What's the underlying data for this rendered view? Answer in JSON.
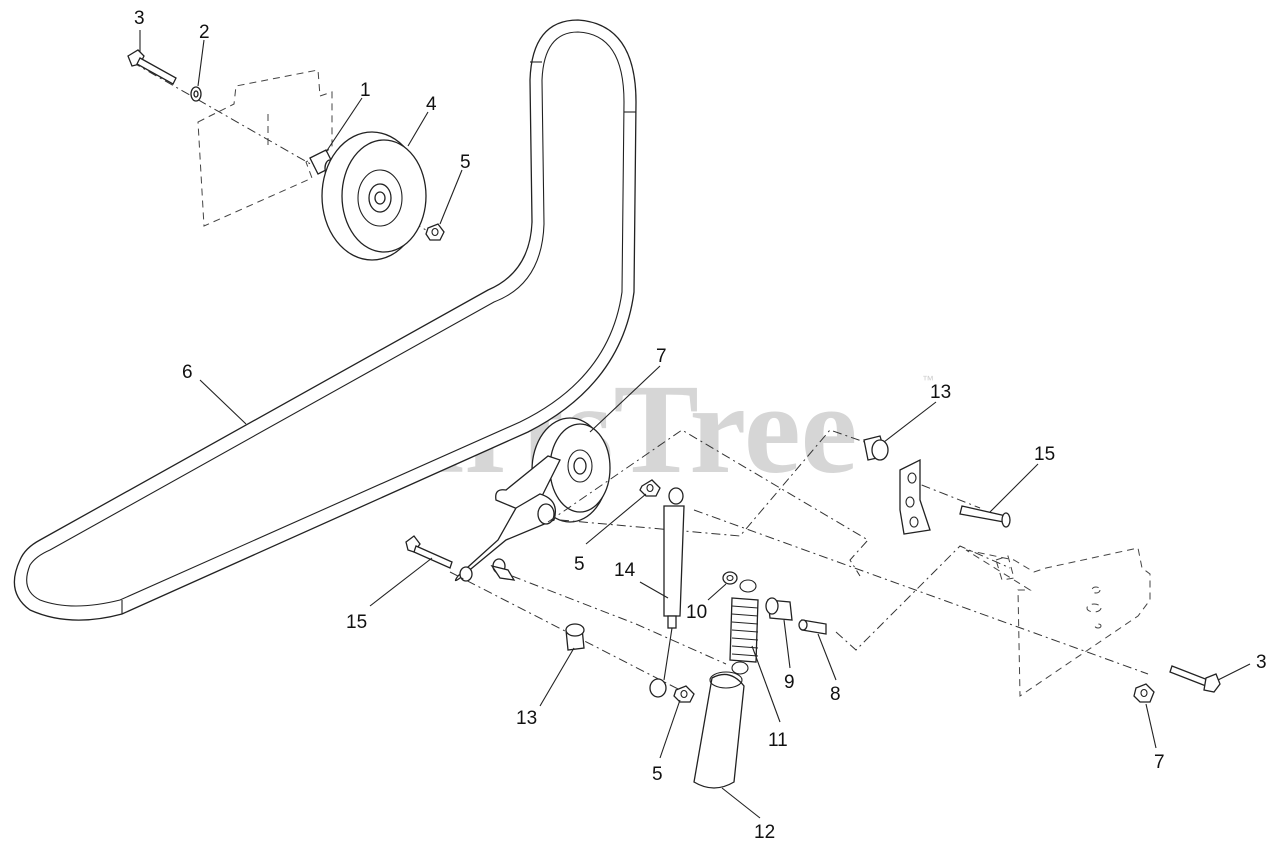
{
  "watermark": {
    "text": "PartsTree",
    "trademark": "™"
  },
  "callouts": [
    {
      "id": "3",
      "label": "3"
    },
    {
      "id": "2",
      "label": "2"
    },
    {
      "id": "1",
      "label": "1"
    },
    {
      "id": "4",
      "label": "4"
    },
    {
      "id": "5",
      "label": "5"
    },
    {
      "id": "6",
      "label": "6"
    },
    {
      "id": "7",
      "label": "7"
    },
    {
      "id": "13",
      "label": "13"
    },
    {
      "id": "15",
      "label": "15"
    },
    {
      "id": "14",
      "label": "14"
    },
    {
      "id": "10",
      "label": "10"
    },
    {
      "id": "9",
      "label": "9"
    },
    {
      "id": "8",
      "label": "8"
    },
    {
      "id": "11",
      "label": "11"
    },
    {
      "id": "12",
      "label": "12"
    }
  ]
}
